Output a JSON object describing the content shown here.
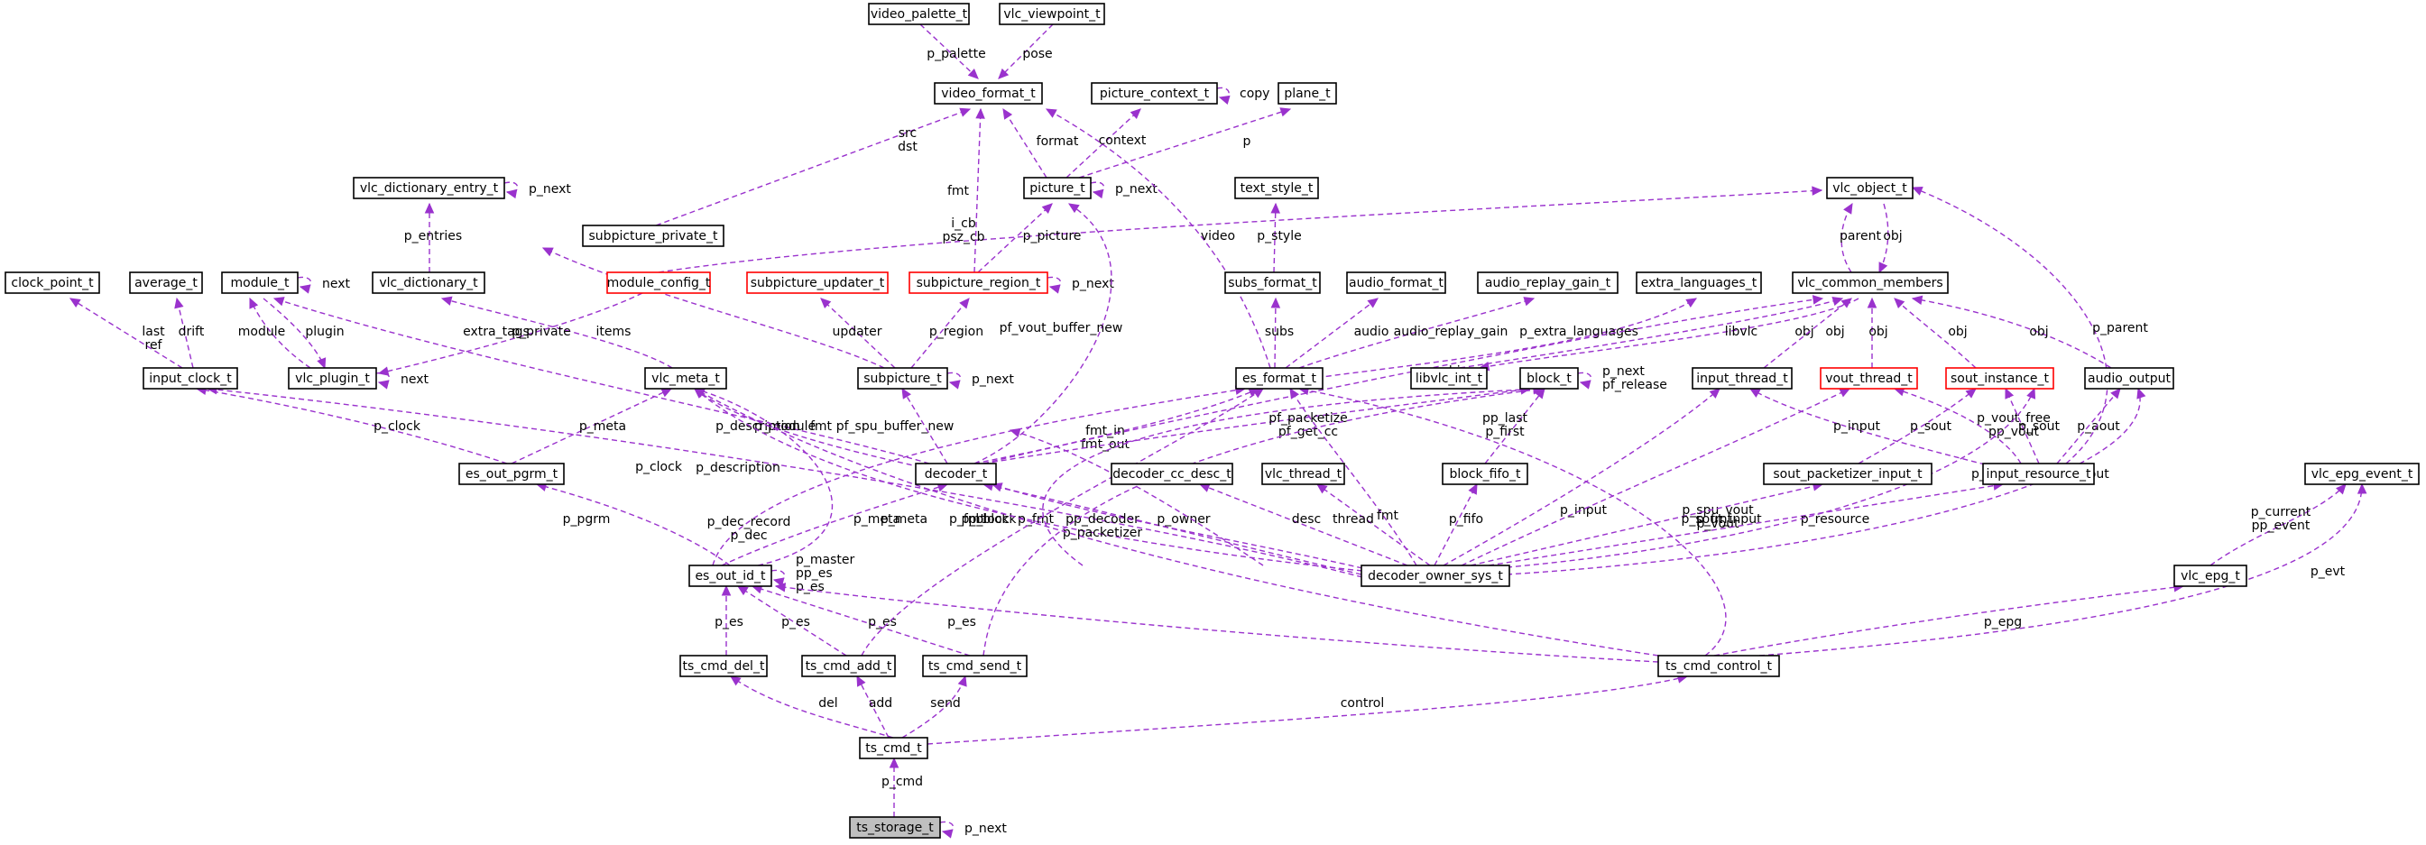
{
  "diagram": {
    "edge_color": "#9a32cd",
    "incomplete_color": "#ff0000",
    "root_fill": "#bfbfbf",
    "nodes": [
      {
        "id": "video_palette_t",
        "label": "video_palette_t"
      },
      {
        "id": "vlc_viewpoint_t",
        "label": "vlc_viewpoint_t"
      },
      {
        "id": "video_format_t",
        "label": "video_format_t"
      },
      {
        "id": "picture_context_t",
        "label": "picture_context_t"
      },
      {
        "id": "plane_t",
        "label": "plane_t"
      },
      {
        "id": "vlc_dictionary_entry_t",
        "label": "vlc_dictionary_entry_t"
      },
      {
        "id": "picture_t",
        "label": "picture_t"
      },
      {
        "id": "text_style_t",
        "label": "text_style_t"
      },
      {
        "id": "vlc_object_t",
        "label": "vlc_object_t"
      },
      {
        "id": "subpicture_private_t",
        "label": "subpicture_private_t"
      },
      {
        "id": "clock_point_t",
        "label": "clock_point_t"
      },
      {
        "id": "average_t",
        "label": "average_t"
      },
      {
        "id": "module_t",
        "label": "module_t"
      },
      {
        "id": "vlc_dictionary_t",
        "label": "vlc_dictionary_t"
      },
      {
        "id": "module_config_t",
        "label": "module_config_t",
        "incomplete": true
      },
      {
        "id": "subpicture_updater_t",
        "label": "subpicture_updater_t",
        "incomplete": true
      },
      {
        "id": "subpicture_region_t",
        "label": "subpicture_region_t",
        "incomplete": true
      },
      {
        "id": "subs_format_t",
        "label": "subs_format_t"
      },
      {
        "id": "audio_format_t",
        "label": "audio_format_t"
      },
      {
        "id": "audio_replay_gain_t",
        "label": "audio_replay_gain_t"
      },
      {
        "id": "extra_languages_t",
        "label": "extra_languages_t"
      },
      {
        "id": "vlc_common_members",
        "label": "vlc_common_members"
      },
      {
        "id": "input_clock_t",
        "label": "input_clock_t"
      },
      {
        "id": "vlc_plugin_t",
        "label": "vlc_plugin_t"
      },
      {
        "id": "vlc_meta_t",
        "label": "vlc_meta_t"
      },
      {
        "id": "subpicture_t",
        "label": "subpicture_t"
      },
      {
        "id": "es_format_t",
        "label": "es_format_t"
      },
      {
        "id": "libvlc_int_t",
        "label": "libvlc_int_t"
      },
      {
        "id": "block_t",
        "label": "block_t"
      },
      {
        "id": "input_thread_t",
        "label": "input_thread_t"
      },
      {
        "id": "vout_thread_t",
        "label": "vout_thread_t",
        "incomplete": true
      },
      {
        "id": "sout_instance_t",
        "label": "sout_instance_t",
        "incomplete": true
      },
      {
        "id": "audio_output",
        "label": "audio_output"
      },
      {
        "id": "es_out_pgrm_t",
        "label": "es_out_pgrm_t"
      },
      {
        "id": "decoder_t",
        "label": "decoder_t"
      },
      {
        "id": "decoder_cc_desc_t",
        "label": "decoder_cc_desc_t"
      },
      {
        "id": "vlc_thread_t",
        "label": "vlc_thread_t"
      },
      {
        "id": "block_fifo_t",
        "label": "block_fifo_t"
      },
      {
        "id": "sout_packetizer_input_t",
        "label": "sout_packetizer_input_t"
      },
      {
        "id": "input_resource_t",
        "label": "input_resource_t"
      },
      {
        "id": "vlc_epg_event_t",
        "label": "vlc_epg_event_t"
      },
      {
        "id": "es_out_id_t",
        "label": "es_out_id_t"
      },
      {
        "id": "decoder_owner_sys_t",
        "label": "decoder_owner_sys_t"
      },
      {
        "id": "vlc_epg_t",
        "label": "vlc_epg_t"
      },
      {
        "id": "ts_cmd_del_t",
        "label": "ts_cmd_del_t"
      },
      {
        "id": "ts_cmd_add_t",
        "label": "ts_cmd_add_t"
      },
      {
        "id": "ts_cmd_send_t",
        "label": "ts_cmd_send_t"
      },
      {
        "id": "ts_cmd_control_t",
        "label": "ts_cmd_control_t"
      },
      {
        "id": "ts_cmd_t",
        "label": "ts_cmd_t"
      },
      {
        "id": "ts_storage_t",
        "label": "ts_storage_t",
        "root": true
      }
    ],
    "edges": [
      {
        "id": "e1",
        "from": "video_palette_t",
        "to": "video_format_t",
        "label": [
          "p_palette"
        ]
      },
      {
        "id": "e2",
        "from": "vlc_viewpoint_t",
        "to": "video_format_t",
        "label": [
          "pose"
        ]
      },
      {
        "id": "e3",
        "from": "picture_context_t",
        "to": "picture_context_t",
        "label": [
          "copy"
        ]
      },
      {
        "id": "e4",
        "from": "vlc_dictionary_entry_t",
        "to": "vlc_dictionary_entry_t",
        "label": [
          "p_next"
        ]
      },
      {
        "id": "e5",
        "from": "picture_t",
        "to": "picture_t",
        "label": [
          "p_next"
        ]
      },
      {
        "id": "e6",
        "from": "video_format_t",
        "to": "picture_t",
        "label": [
          "format"
        ]
      },
      {
        "id": "e7",
        "from": "picture_context_t",
        "to": "picture_t",
        "label": [
          "context"
        ]
      },
      {
        "id": "e8",
        "from": "plane_t",
        "to": "picture_t",
        "label": [
          "p"
        ]
      },
      {
        "id": "e9",
        "from": "video_format_t",
        "to": "subpicture_private_t",
        "label": [
          "src",
          "dst"
        ]
      },
      {
        "id": "e10",
        "from": "vlc_dictionary_entry_t",
        "to": "vlc_dictionary_t",
        "label": [
          "p_entries"
        ]
      },
      {
        "id": "e11",
        "from": "module_t",
        "to": "module_t",
        "label": [
          "next"
        ]
      },
      {
        "id": "e12",
        "from": "vlc_object_t",
        "to": "module_config_t",
        "label": [
          "i_cb",
          "psz_cb"
        ]
      },
      {
        "id": "e13",
        "from": "video_format_t",
        "to": "subpicture_region_t",
        "label": [
          "fmt"
        ]
      },
      {
        "id": "e14",
        "from": "picture_t",
        "to": "subpicture_region_t",
        "label": [
          "p_picture"
        ]
      },
      {
        "id": "e15",
        "from": "subpicture_region_t",
        "to": "subpicture_region_t",
        "label": [
          "p_next"
        ]
      },
      {
        "id": "e16",
        "from": "text_style_t",
        "to": "subs_format_t",
        "label": [
          "p_style"
        ]
      },
      {
        "id": "e17",
        "from": "vlc_object_t",
        "to": "vlc_common_members",
        "label": [
          "parent"
        ]
      },
      {
        "id": "e18",
        "from": "vlc_common_members",
        "to": "vlc_object_t",
        "label": [
          "obj"
        ]
      },
      {
        "id": "e19",
        "from": "clock_point_t",
        "to": "input_clock_t",
        "label": [
          "last",
          "ref"
        ]
      },
      {
        "id": "e20",
        "from": "average_t",
        "to": "input_clock_t",
        "label": [
          "drift"
        ]
      },
      {
        "id": "e21",
        "from": "module_t",
        "to": "vlc_plugin_t",
        "label": [
          "module"
        ]
      },
      {
        "id": "e22",
        "from": "vlc_plugin_t",
        "to": "module_t",
        "label": [
          "plugin"
        ]
      },
      {
        "id": "e23",
        "from": "vlc_plugin_t",
        "to": "vlc_plugin_t",
        "label": [
          "next"
        ]
      },
      {
        "id": "e24",
        "from": "module_config_t",
        "to": "vlc_plugin_t",
        "label": [
          "items"
        ]
      },
      {
        "id": "e25",
        "from": "vlc_dictionary_t",
        "to": "vlc_meta_t",
        "label": [
          "extra_tags"
        ]
      },
      {
        "id": "e26",
        "from": "subpicture_private_t",
        "to": "subpicture_t",
        "label": [
          "p_private"
        ]
      },
      {
        "id": "e27",
        "from": "subpicture_updater_t",
        "to": "subpicture_t",
        "label": [
          "updater"
        ]
      },
      {
        "id": "e28",
        "from": "subpicture_region_t",
        "to": "subpicture_t",
        "label": [
          "p_region"
        ]
      },
      {
        "id": "e29",
        "from": "subpicture_t",
        "to": "subpicture_t",
        "label": [
          "p_next"
        ]
      },
      {
        "id": "e30",
        "from": "video_format_t",
        "to": "es_format_t",
        "label": [
          "video"
        ]
      },
      {
        "id": "e31",
        "from": "subs_format_t",
        "to": "es_format_t",
        "label": [
          "subs"
        ]
      },
      {
        "id": "e32",
        "from": "audio_format_t",
        "to": "es_format_t",
        "label": [
          "audio"
        ]
      },
      {
        "id": "e33",
        "from": "audio_replay_gain_t",
        "to": "es_format_t",
        "label": [
          "audio_replay_gain"
        ]
      },
      {
        "id": "e34",
        "from": "extra_languages_t",
        "to": "es_format_t",
        "label": [
          "p_extra_languages"
        ]
      },
      {
        "id": "e35",
        "from": "vlc_common_members",
        "to": "libvlc_int_t",
        "label": [
          "libvlc"
        ]
      },
      {
        "id": "e36",
        "from": "libvlc_int_t",
        "to": "vlc_common_members",
        "label": [
          "obj"
        ]
      },
      {
        "id": "e37",
        "from": "block_t",
        "to": "block_t",
        "label": [
          "p_next",
          "pf_release"
        ]
      },
      {
        "id": "e38",
        "from": "input_thread_t",
        "to": "vlc_common_members",
        "label": [
          "obj"
        ]
      },
      {
        "id": "e39",
        "from": "vout_thread_t",
        "to": "vlc_common_members",
        "label": [
          "obj"
        ]
      },
      {
        "id": "e40",
        "from": "sout_instance_t",
        "to": "vlc_common_members",
        "label": [
          "obj"
        ]
      },
      {
        "id": "e41",
        "from": "audio_output",
        "to": "vlc_common_members",
        "label": [
          "obj"
        ]
      },
      {
        "id": "e42",
        "from": "input_clock_t",
        "to": "es_out_pgrm_t",
        "label": [
          "p_clock"
        ]
      },
      {
        "id": "e43",
        "from": "vlc_meta_t",
        "to": "es_out_pgrm_t",
        "label": [
          "p_meta"
        ]
      },
      {
        "id": "e44",
        "from": "module_t",
        "to": "decoder_t",
        "label": [
          "p_module"
        ]
      },
      {
        "id": "e45",
        "from": "vlc_meta_t",
        "to": "decoder_t",
        "label": [
          "p_description"
        ]
      },
      {
        "id": "e46",
        "from": "subpicture_t",
        "to": "decoder_t",
        "label": [
          "pf_spu_buffer_new"
        ]
      },
      {
        "id": "e47",
        "from": "picture_t",
        "to": "decoder_t",
        "label": [
          "pf_vout_buffer_new"
        ]
      },
      {
        "id": "e48",
        "from": "es_format_t",
        "to": "decoder_t",
        "label": [
          "fmt_in",
          "fmt_out"
        ]
      },
      {
        "id": "e49",
        "from": "block_t",
        "to": "decoder_t",
        "label": [
          "pf_packetize",
          "pf_get_cc"
        ]
      },
      {
        "id": "e50",
        "from": "vlc_common_members",
        "to": "decoder_t",
        "label": [
          "obj"
        ]
      },
      {
        "id": "e51",
        "from": "block_t",
        "to": "block_fifo_t",
        "label": [
          "pp_last",
          "p_first"
        ]
      },
      {
        "id": "e52",
        "from": "vout_thread_t",
        "to": "input_resource_t",
        "label": [
          "p_vout_free",
          "pp_vout"
        ]
      },
      {
        "id": "e53",
        "from": "sout_instance_t",
        "to": "input_resource_t",
        "label": [
          "p_sout"
        ]
      },
      {
        "id": "e54",
        "from": "audio_output",
        "to": "input_resource_t",
        "label": [
          "p_aout"
        ]
      },
      {
        "id": "e55",
        "from": "input_thread_t",
        "to": "input_resource_t",
        "label": [
          "p_input"
        ]
      },
      {
        "id": "e56",
        "from": "vlc_object_t",
        "to": "input_resource_t",
        "label": [
          "p_parent"
        ]
      },
      {
        "id": "e57",
        "from": "sout_instance_t",
        "to": "sout_packetizer_input_t",
        "label": [
          "p_sout"
        ]
      },
      {
        "id": "e58",
        "from": "es_out_pgrm_t",
        "to": "es_out_id_t",
        "label": [
          "p_pgrm"
        ]
      },
      {
        "id": "e59",
        "from": "es_format_t",
        "to": "es_out_id_t",
        "label": [
          "fmt"
        ]
      },
      {
        "id": "e60",
        "from": "es_out_id_t",
        "to": "es_out_id_t",
        "label": [
          "p_master",
          "pp_es",
          "p_es"
        ]
      },
      {
        "id": "e61",
        "from": "decoder_t",
        "to": "es_out_id_t",
        "label": [
          "p_dec_record",
          "p_dec"
        ]
      },
      {
        "id": "e62",
        "from": "vlc_meta_t",
        "to": "es_out_id_t",
        "label": [
          "p_meta"
        ]
      },
      {
        "id": "e63",
        "from": "input_clock_t",
        "to": "decoder_owner_sys_t",
        "label": [
          "p_clock"
        ]
      },
      {
        "id": "e64",
        "from": "vlc_meta_t",
        "to": "decoder_owner_sys_t",
        "label": [
          "p_description"
        ]
      },
      {
        "id": "e65",
        "from": "decoder_t",
        "to": "decoder_owner_sys_t",
        "label": [
          "pp_decoder",
          "p_packetizer"
        ]
      },
      {
        "id": "e66",
        "from": "es_format_t",
        "to": "decoder_owner_sys_t",
        "label": [
          "fmt"
        ]
      },
      {
        "id": "e67",
        "from": "decoder_cc_desc_t",
        "to": "decoder_owner_sys_t",
        "label": [
          "desc"
        ]
      },
      {
        "id": "e68",
        "from": "vlc_thread_t",
        "to": "decoder_owner_sys_t",
        "label": [
          "thread"
        ]
      },
      {
        "id": "e69",
        "from": "block_fifo_t",
        "to": "decoder_owner_sys_t",
        "label": [
          "p_fifo"
        ]
      },
      {
        "id": "e70",
        "from": "input_thread_t",
        "to": "decoder_owner_sys_t",
        "label": [
          "p_input"
        ]
      },
      {
        "id": "e71",
        "from": "vout_thread_t",
        "to": "decoder_owner_sys_t",
        "label": [
          "p_spu_vout",
          "p_vout"
        ]
      },
      {
        "id": "e72",
        "from": "sout_packetizer_input_t",
        "to": "decoder_owner_sys_t",
        "label": [
          "p_sout_input"
        ]
      },
      {
        "id": "e73",
        "from": "input_resource_t",
        "to": "decoder_owner_sys_t",
        "label": [
          "p_resource"
        ]
      },
      {
        "id": "e74",
        "from": "sout_instance_t",
        "to": "decoder_owner_sys_t",
        "label": [
          "p_sout"
        ]
      },
      {
        "id": "e75",
        "from": "audio_output",
        "to": "decoder_owner_sys_t",
        "label": [
          "p_aout"
        ]
      },
      {
        "id": "e76",
        "from": "decoder_t",
        "to": "decoder_owner_sys_t",
        "label": [
          "p_owner"
        ]
      },
      {
        "id": "e77",
        "from": "es_format_t",
        "to": "decoder_owner_sys_t",
        "label": [
          "p_fmt"
        ]
      },
      {
        "id": "e78",
        "from": "block_t",
        "to": "decoder_owner_sys_t",
        "label": [
          "p_block"
        ]
      },
      {
        "id": "e79",
        "from": "vlc_epg_event_t",
        "to": "vlc_epg_t",
        "label": [
          "p_current",
          "pp_event"
        ]
      },
      {
        "id": "e80",
        "from": "es_out_id_t",
        "to": "ts_cmd_del_t",
        "label": [
          "p_es"
        ]
      },
      {
        "id": "e81",
        "from": "es_out_id_t",
        "to": "ts_cmd_add_t",
        "label": [
          "p_es"
        ]
      },
      {
        "id": "e82",
        "from": "es_out_id_t",
        "to": "ts_cmd_send_t",
        "label": [
          "p_es"
        ]
      },
      {
        "id": "e83",
        "from": "block_t",
        "to": "ts_cmd_send_t",
        "label": [
          "p_block"
        ]
      },
      {
        "id": "e84",
        "from": "es_format_t",
        "to": "ts_cmd_add_t",
        "label": [
          "p_fmt"
        ]
      },
      {
        "id": "e85",
        "from": "es_out_id_t",
        "to": "ts_cmd_control_t",
        "label": [
          "p_es"
        ]
      },
      {
        "id": "e86",
        "from": "vlc_meta_t",
        "to": "ts_cmd_control_t",
        "label": [
          "p_meta"
        ]
      },
      {
        "id": "e87",
        "from": "vlc_epg_t",
        "to": "ts_cmd_control_t",
        "label": [
          "p_epg"
        ]
      },
      {
        "id": "e88",
        "from": "vlc_epg_event_t",
        "to": "ts_cmd_control_t",
        "label": [
          "p_evt"
        ]
      },
      {
        "id": "e89",
        "from": "es_format_t",
        "to": "ts_cmd_control_t",
        "label": [
          "p_fmt"
        ]
      },
      {
        "id": "e90",
        "from": "ts_cmd_del_t",
        "to": "ts_cmd_t",
        "label": [
          "del"
        ]
      },
      {
        "id": "e91",
        "from": "ts_cmd_add_t",
        "to": "ts_cmd_t",
        "label": [
          "add"
        ]
      },
      {
        "id": "e92",
        "from": "ts_cmd_send_t",
        "to": "ts_cmd_t",
        "label": [
          "send"
        ]
      },
      {
        "id": "e93",
        "from": "ts_cmd_control_t",
        "to": "ts_cmd_t",
        "label": [
          "control"
        ]
      },
      {
        "id": "e94",
        "from": "ts_cmd_t",
        "to": "ts_storage_t",
        "label": [
          "p_cmd"
        ]
      },
      {
        "id": "e95",
        "from": "ts_storage_t",
        "to": "ts_storage_t",
        "label": [
          "p_next"
        ]
      }
    ]
  }
}
